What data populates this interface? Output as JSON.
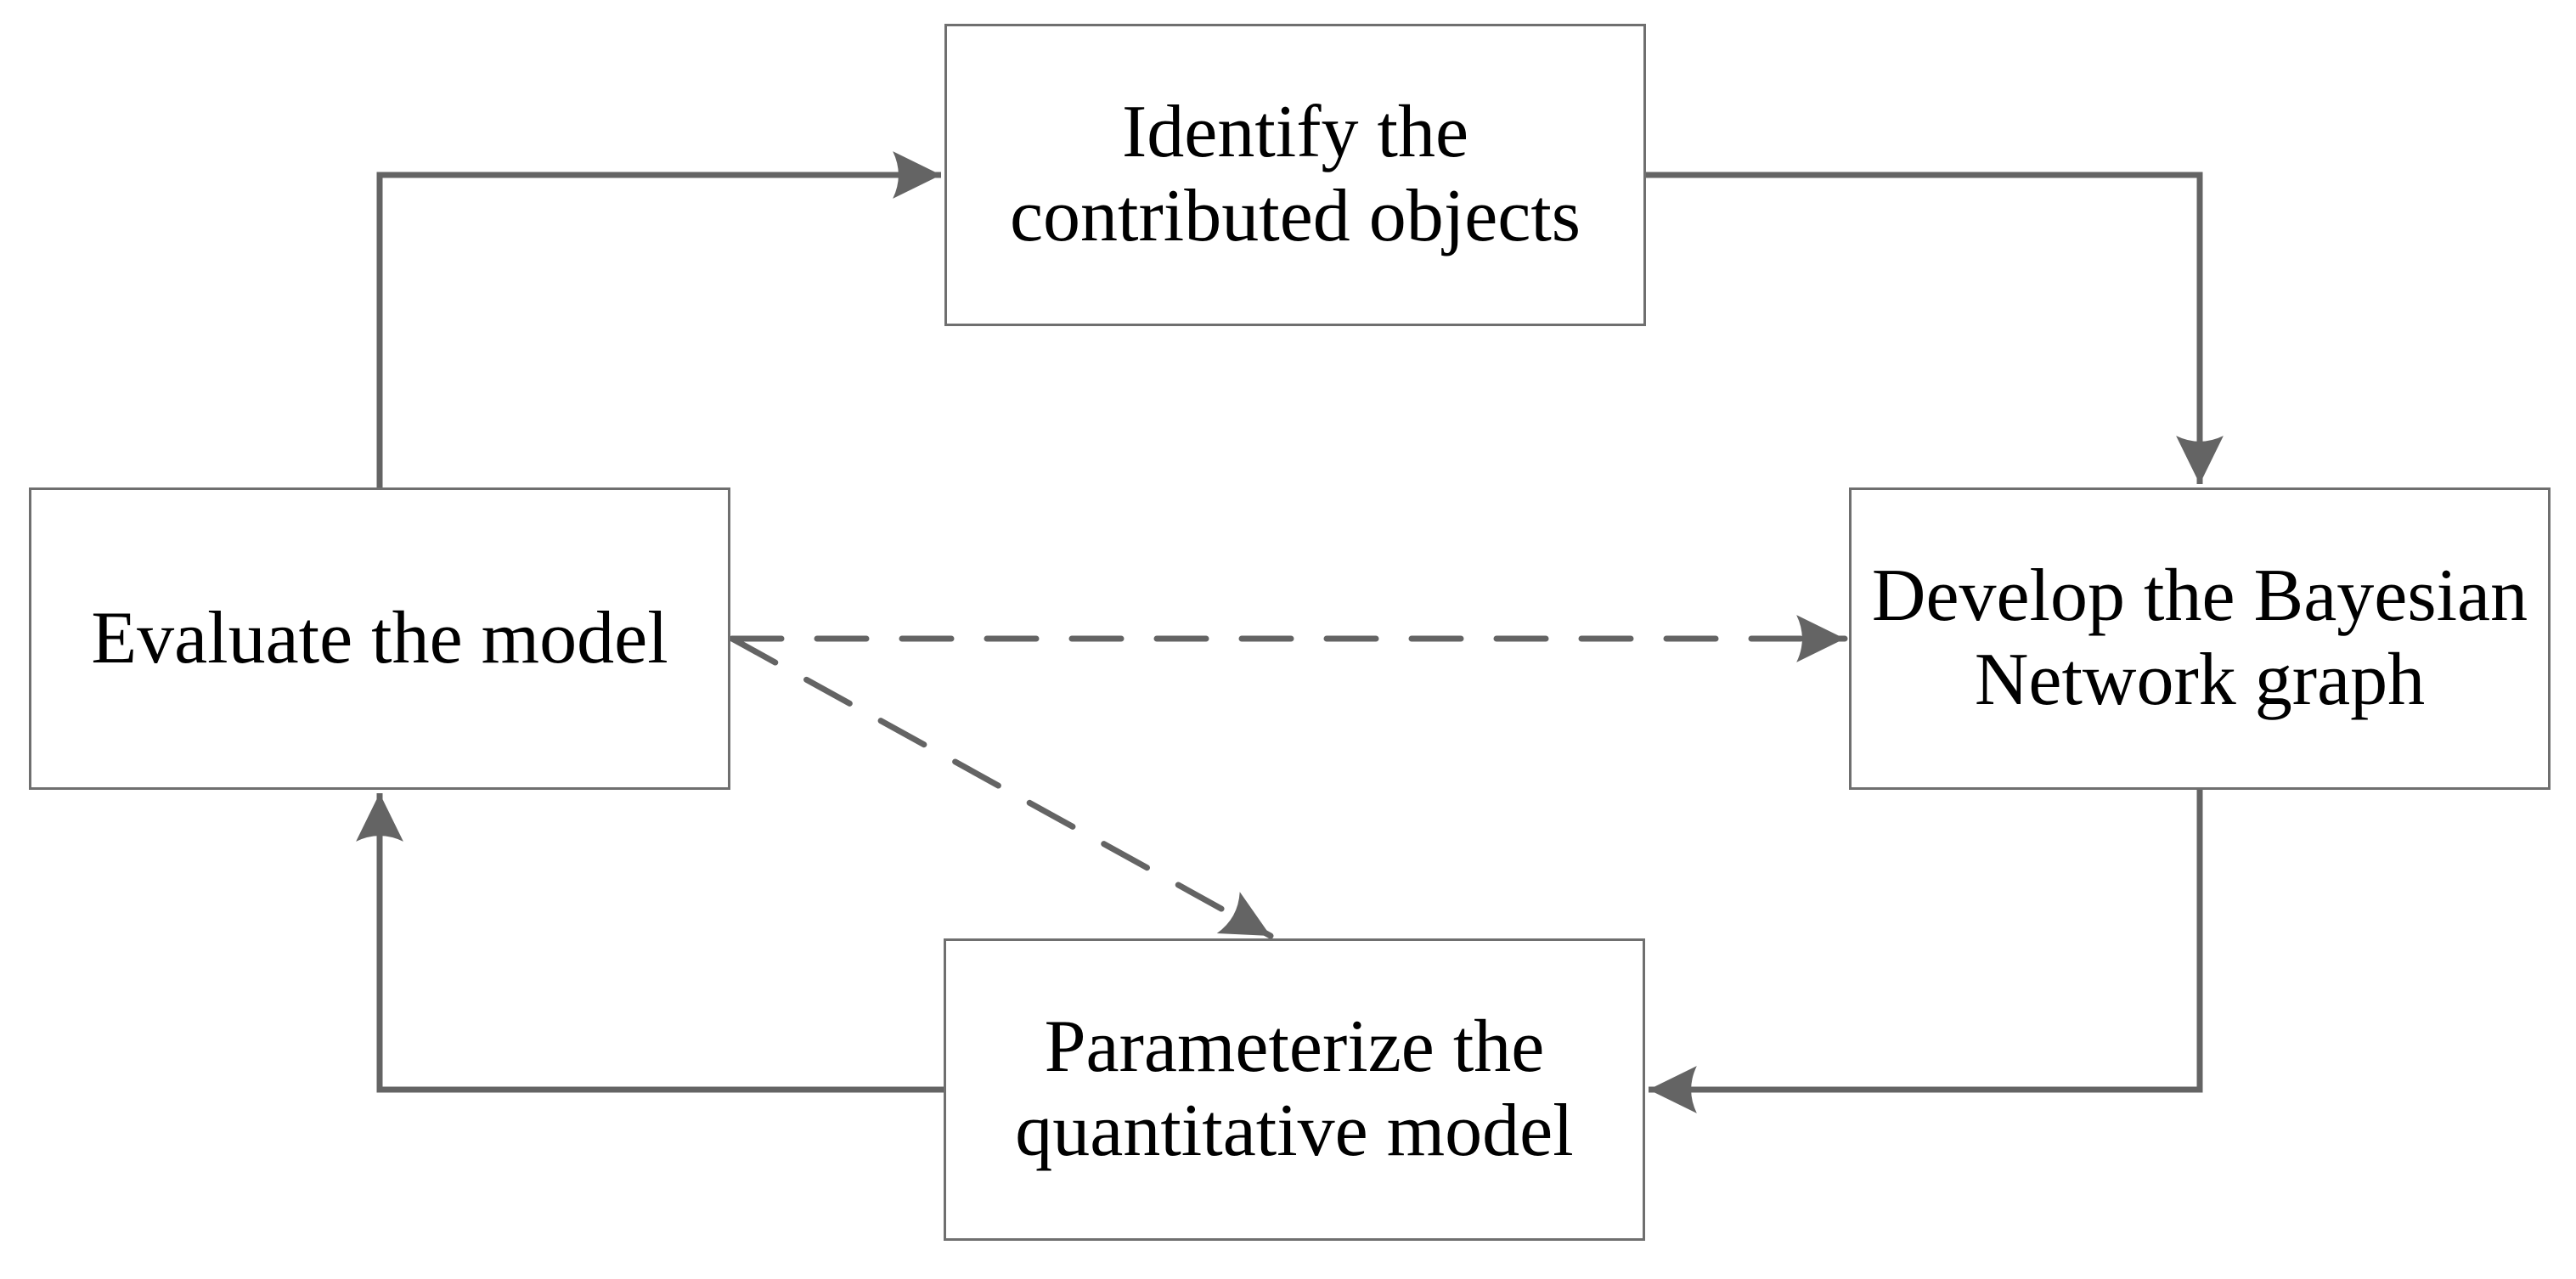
{
  "diagram": {
    "title": "Bayesian Network modeling cycle flowchart",
    "background_color": "#ffffff",
    "box_fill_color": "#ffffff",
    "box_border_color": "#6f6f6f",
    "connector_color": "#646464",
    "text_color": "#000000",
    "nodes": [
      {
        "id": "identify",
        "label": "Identify the\ncontributed objects"
      },
      {
        "id": "evaluate",
        "label": "Evaluate the model"
      },
      {
        "id": "develop",
        "label": "Develop the Bayesian\nNetwork graph"
      },
      {
        "id": "parameterize",
        "label": "Parameterize the\nquantitative model"
      }
    ],
    "edges": [
      {
        "id": "evaluate-to-identify",
        "from": "evaluate",
        "to": "identify",
        "style": "solid",
        "arrowhead": "stealth"
      },
      {
        "id": "identify-to-develop",
        "from": "identify",
        "to": "develop",
        "style": "solid",
        "arrowhead": "stealth"
      },
      {
        "id": "develop-to-parameterize",
        "from": "develop",
        "to": "parameterize",
        "style": "solid",
        "arrowhead": "stealth"
      },
      {
        "id": "parameterize-to-evaluate",
        "from": "parameterize",
        "to": "evaluate",
        "style": "solid",
        "arrowhead": "stealth"
      },
      {
        "id": "evaluate-to-develop",
        "from": "evaluate",
        "to": "develop",
        "style": "dashed",
        "arrowhead": "stealth"
      },
      {
        "id": "evaluate-to-parameterize",
        "from": "evaluate",
        "to": "parameterize",
        "style": "dashed",
        "arrowhead": "stealth"
      }
    ]
  }
}
